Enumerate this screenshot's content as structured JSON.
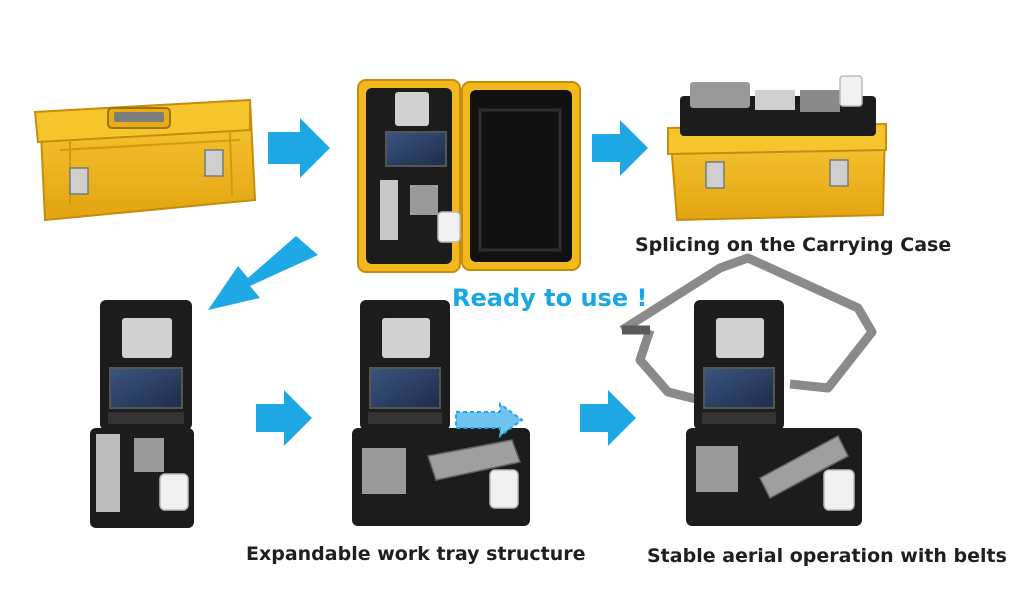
{
  "captions": {
    "carrying_case": "Splicing on the Carrying Case",
    "ready": "Ready to use !",
    "expandable": "Expandable work tray structure",
    "aerial": "Stable aerial operation with belts"
  },
  "colors": {
    "case_yellow": "#f3b81b",
    "case_dark_yellow": "#d99a0e",
    "unit_black": "#1c1c1c",
    "arrow_blue": "#1ea9e6",
    "screen_blue": "#2a3f62",
    "strap_gray": "#8a8a8a"
  }
}
